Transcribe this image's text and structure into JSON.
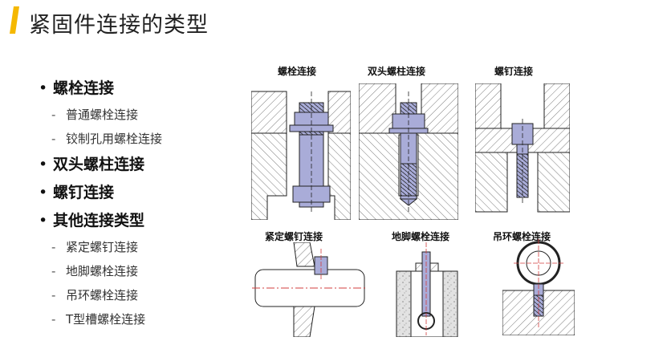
{
  "slide": {
    "title": "紧固件连接的类型",
    "accent_color": "#f5b800"
  },
  "outline": {
    "groups": [
      {
        "label": "螺栓连接",
        "children": [
          "普通螺栓连接",
          "铰制孔用螺栓连接"
        ]
      },
      {
        "label": "双头螺柱连接",
        "children": []
      },
      {
        "label": "螺钉连接",
        "children": []
      },
      {
        "label": "其他连接类型",
        "children": [
          "紧定螺钉连接",
          "地脚螺栓连接",
          "吊环螺栓连接",
          "T型槽螺栓连接"
        ]
      }
    ]
  },
  "figures": {
    "bolt": "螺栓连接",
    "stud": "双头螺柱连接",
    "screw": "螺钉连接",
    "set_screw": "紧定螺钉连接",
    "anchor": "地脚螺栓连接",
    "eye": "吊环螺栓连接"
  },
  "colors": {
    "bolt_fill": "#a9acd8",
    "hatch": "#7d7d7d",
    "outline": "#222222",
    "center_line": "#d23c3c",
    "concrete": "#d9d9d9"
  }
}
